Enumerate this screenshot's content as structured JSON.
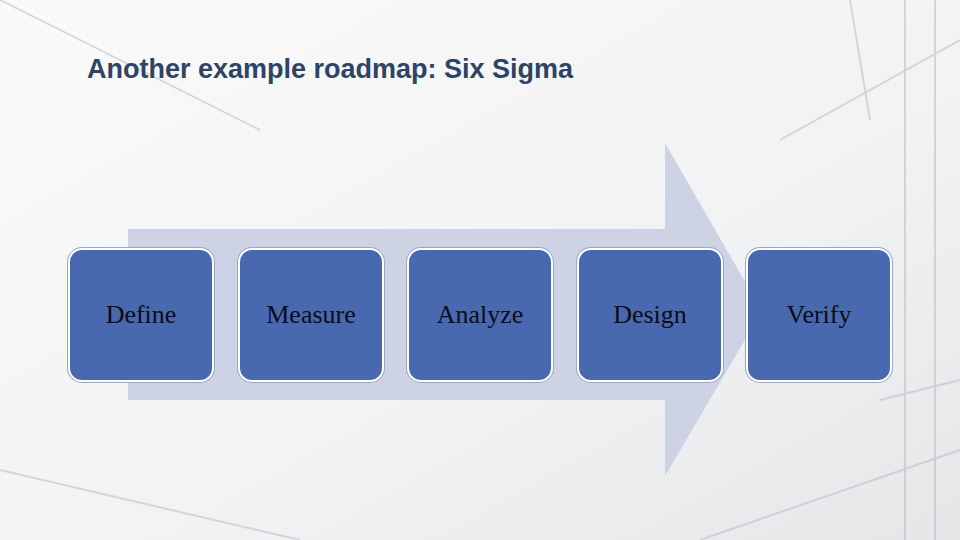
{
  "diagram": {
    "title": "Another example roadmap: Six Sigma",
    "nodes": [
      {
        "text": [
          "Define"
        ]
      },
      {
        "text": [
          "Measure"
        ]
      },
      {
        "text": [
          "Analyze"
        ]
      },
      {
        "text": [
          "Design"
        ]
      },
      {
        "text": [
          "Verify"
        ]
      }
    ]
  }
}
